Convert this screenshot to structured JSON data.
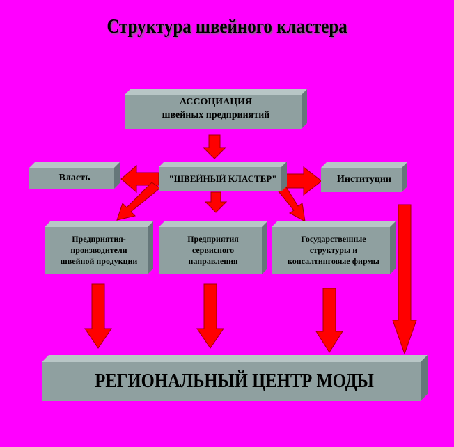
{
  "title": "Структура швейного кластера",
  "boxes": {
    "association": [
      "АССОЦИАЦИЯ",
      "швейных предприиятий"
    ],
    "vlast": "Власть",
    "cluster": "\"ШВЕЙНЫЙ КЛАСТЕР\"",
    "institutions": "Институции",
    "producers": [
      "Предприятия-",
      "производители",
      "швейной продукции"
    ],
    "service": [
      "Предприятия",
      "сервисного",
      "направления"
    ],
    "government": [
      "Государственные",
      "структуры и",
      "консалтинговые фирмы"
    ],
    "center": "РЕГИОНАЛЬНЫЙ ЦЕНТР МОДЫ"
  },
  "colors": {
    "background": "#ff00ff",
    "box": "#8fa0a0",
    "arrow": "#ff0000"
  }
}
